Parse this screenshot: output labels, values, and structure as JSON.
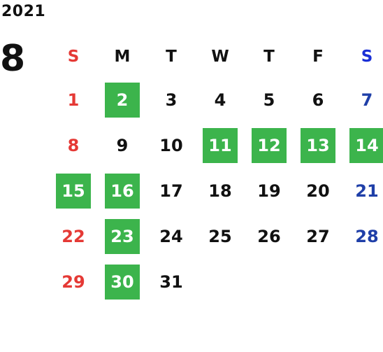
{
  "year": "2021",
  "month": "8",
  "colors": {
    "sunday": "#e53935",
    "saturday": "#1f3fa8",
    "highlight": "#3cb44c"
  },
  "weekdays": [
    "S",
    "M",
    "T",
    "W",
    "T",
    "F",
    "S"
  ],
  "weeks": [
    [
      {
        "d": "1",
        "hl": false
      },
      {
        "d": "2",
        "hl": true
      },
      {
        "d": "3",
        "hl": false
      },
      {
        "d": "4",
        "hl": false
      },
      {
        "d": "5",
        "hl": false
      },
      {
        "d": "6",
        "hl": false
      },
      {
        "d": "7",
        "hl": false
      }
    ],
    [
      {
        "d": "8",
        "hl": false
      },
      {
        "d": "9",
        "hl": false
      },
      {
        "d": "10",
        "hl": false
      },
      {
        "d": "11",
        "hl": true
      },
      {
        "d": "12",
        "hl": true
      },
      {
        "d": "13",
        "hl": true
      },
      {
        "d": "14",
        "hl": true
      }
    ],
    [
      {
        "d": "15",
        "hl": true
      },
      {
        "d": "16",
        "hl": true
      },
      {
        "d": "17",
        "hl": false
      },
      {
        "d": "18",
        "hl": false
      },
      {
        "d": "19",
        "hl": false
      },
      {
        "d": "20",
        "hl": false
      },
      {
        "d": "21",
        "hl": false
      }
    ],
    [
      {
        "d": "22",
        "hl": false
      },
      {
        "d": "23",
        "hl": true
      },
      {
        "d": "24",
        "hl": false
      },
      {
        "d": "25",
        "hl": false
      },
      {
        "d": "26",
        "hl": false
      },
      {
        "d": "27",
        "hl": false
      },
      {
        "d": "28",
        "hl": false
      }
    ],
    [
      {
        "d": "29",
        "hl": false
      },
      {
        "d": "30",
        "hl": true
      },
      {
        "d": "31",
        "hl": false
      },
      {
        "d": "",
        "hl": false
      },
      {
        "d": "",
        "hl": false
      },
      {
        "d": "",
        "hl": false
      },
      {
        "d": "",
        "hl": false
      }
    ]
  ]
}
